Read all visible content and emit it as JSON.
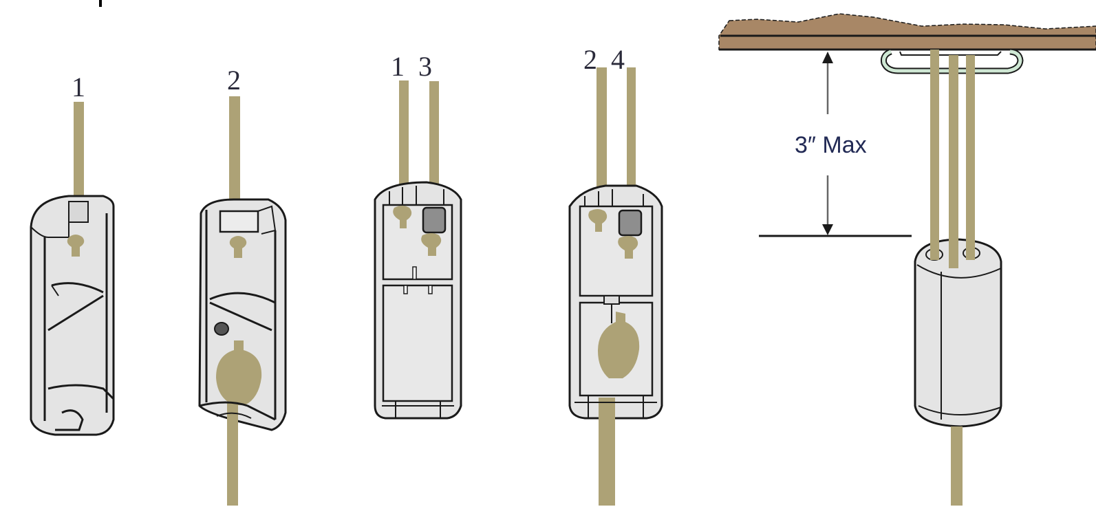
{
  "diagram": {
    "title_fragment": "|",
    "colors": {
      "cord": "#ada276",
      "housing": "#e4e4e4",
      "outline": "#1a1a1a",
      "connector": "#8e8e8e",
      "ceiling": "#a88766",
      "hook": "#cfe8d4"
    },
    "steps": [
      {
        "id": "step-1",
        "cord_labels": [
          "1"
        ]
      },
      {
        "id": "step-2",
        "cord_labels": [
          "2"
        ]
      },
      {
        "id": "step-3",
        "cord_labels": [
          "1",
          "3"
        ]
      },
      {
        "id": "step-4",
        "cord_labels": [
          "2",
          "4"
        ]
      },
      {
        "id": "step-5-mounting",
        "cord_labels": []
      }
    ],
    "mounting": {
      "dimension_label": "3″ Max"
    }
  }
}
